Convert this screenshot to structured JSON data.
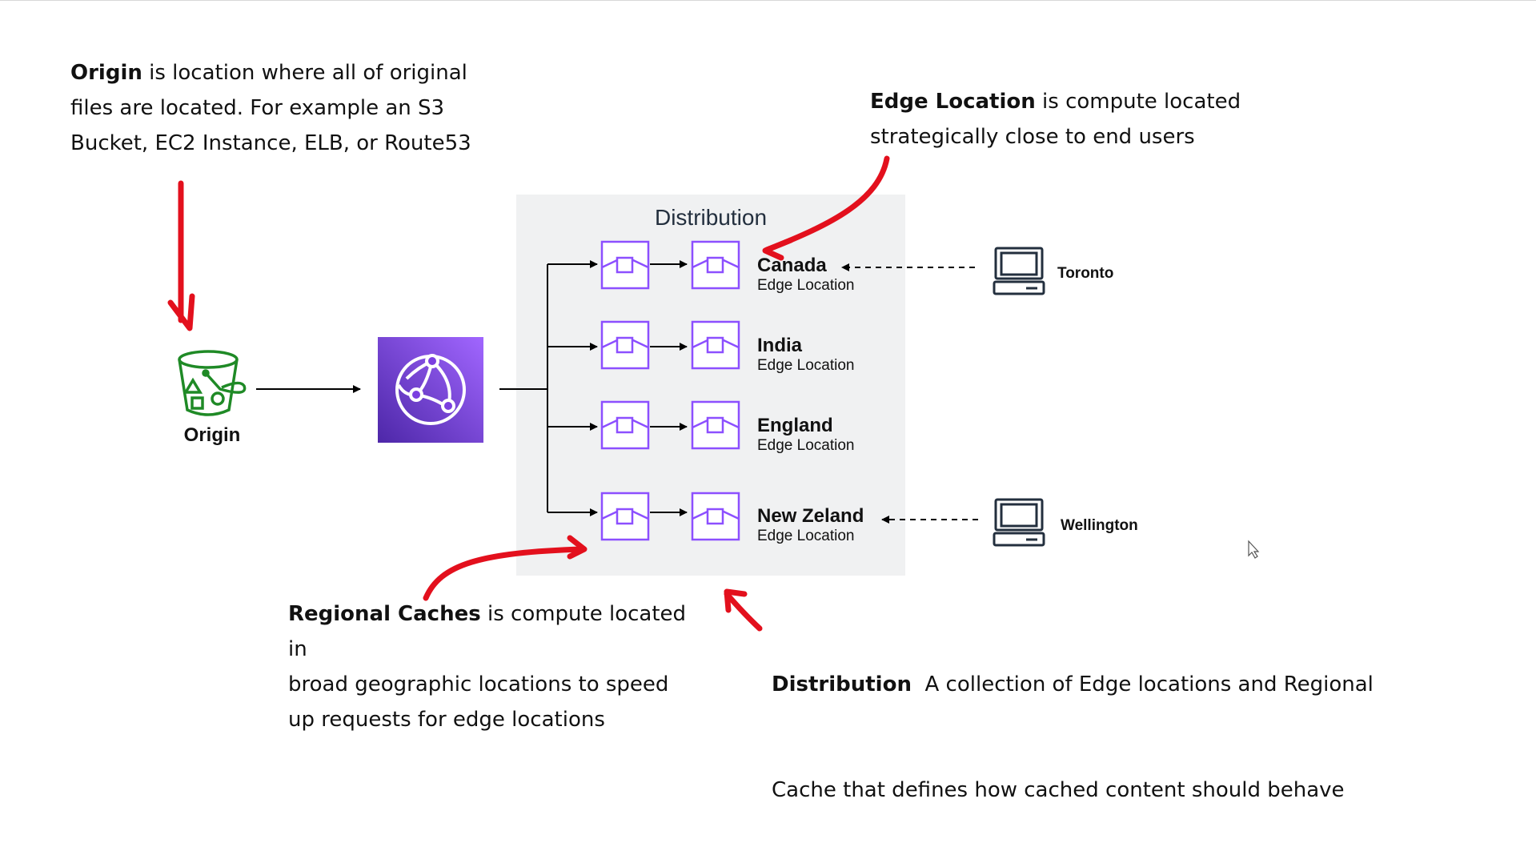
{
  "notes": {
    "origin": {
      "bold": "Origin",
      "lines": [
        " is location where all of original",
        "files are located. For example an S3",
        "Bucket, EC2 Instance, ELB, or Route53"
      ]
    },
    "edge": {
      "bold": "Edge Location",
      "lines": [
        " is compute located",
        "strategically close to end users"
      ]
    },
    "regional": {
      "bold": "Regional Caches",
      "lines": [
        " is compute located in",
        "broad geographic locations to speed",
        "up requests for edge locations"
      ]
    },
    "distribution": {
      "bold": "Distribution",
      "lines": [
        "  A collection of Edge locations and Regional",
        "Cache that defines how cached content should behave"
      ]
    }
  },
  "diagram": {
    "origin_label": "Origin",
    "distribution_title": "Distribution",
    "locations": [
      {
        "name": "Canada",
        "sub": "Edge Location"
      },
      {
        "name": "India",
        "sub": "Edge Location"
      },
      {
        "name": "England",
        "sub": "Edge Location"
      },
      {
        "name": "New Zeland",
        "sub": "Edge Location"
      }
    ],
    "users": [
      {
        "label": "Toronto"
      },
      {
        "label": "Wellington"
      }
    ]
  },
  "icons": {
    "origin": "s3-bucket-icon",
    "cdn": "cloudfront-icon",
    "cache": "edge-cache-icon",
    "user": "computer-icon",
    "cursor": "mouse-cursor-icon"
  },
  "colors": {
    "annotation_red": "#e3101d",
    "bucket_green": "#1f8a26",
    "cache_purple": "#8c4fff",
    "cloudfront_dark": "#4d27a8",
    "cloudfront_light": "#a166ff",
    "distribution_bg": "#f0f1f2",
    "user_navy": "#232f3e"
  }
}
